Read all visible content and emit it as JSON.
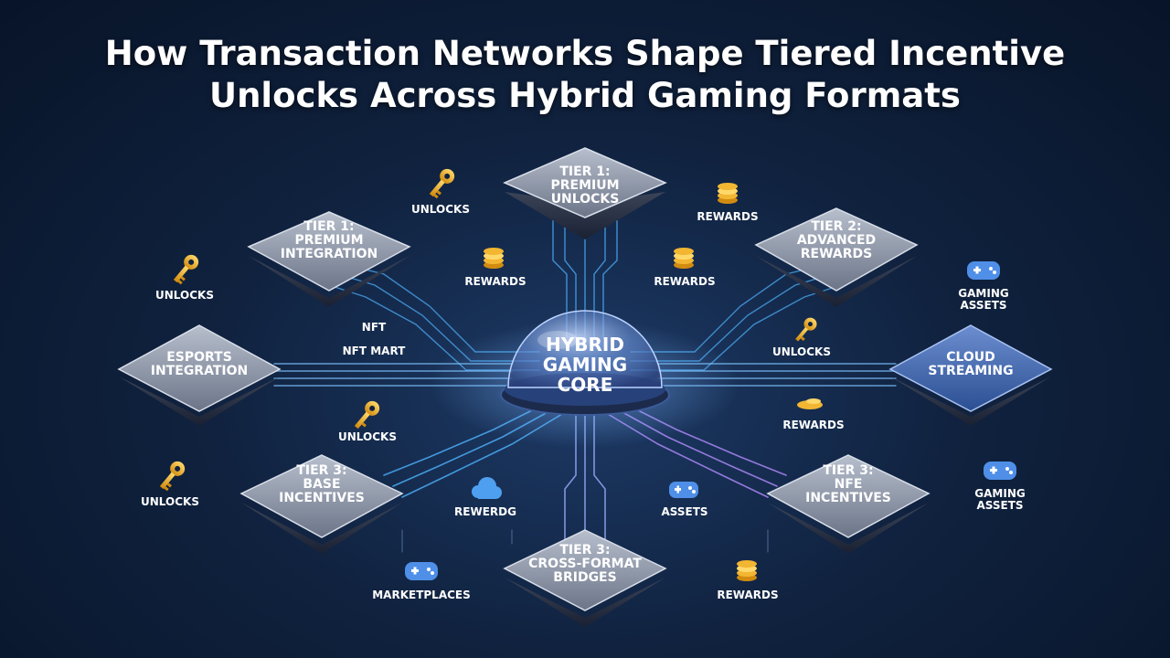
{
  "title": {
    "line1": "How Transaction Networks Shape Tiered Incentive",
    "line2": "Unlocks Across Hybrid Gaming Formats"
  },
  "core": {
    "line1": "HYBRID",
    "line2": "GAMING",
    "line3": "CORE"
  },
  "nodes": {
    "top": {
      "line1": "TIER 1:",
      "line2": "PREMIUM",
      "line3": "UNLOCKS"
    },
    "tier1_integration": {
      "line1": "TIER 1:",
      "line2": "PREMIUM",
      "line3": "INTEGRATION"
    },
    "tier2": {
      "line1": "TIER 2:",
      "line2": "ADVANCED",
      "line3": "REWARDS"
    },
    "esports": {
      "line1": "ESPORTS",
      "line2": "INTEGRATION"
    },
    "cloud": {
      "line1": "CLOUD",
      "line2": "STREAMING"
    },
    "tier3_base": {
      "line1": "TIER 3:",
      "line2": "BASE",
      "line3": "INCENTIVES"
    },
    "tier3_nfe": {
      "line1": "TIER 3:",
      "line2": "NFE",
      "line3": "INCENTIVES"
    },
    "bridges": {
      "line1": "TIER 3:",
      "line2": "CROSS-FORMAT",
      "line3": "BRIDGES"
    }
  },
  "labels": {
    "unlocks_a": "UNLOCKS",
    "rewards_a": "REWARDS",
    "unlocks_b": "UNLOCKS",
    "rewards_b": "REWARDS",
    "rewards_c": "REWARDS",
    "gaming_assets_a_1": "GAMING",
    "gaming_assets_a_2": "ASSETS",
    "nft": "NFT",
    "nft_mart": "NFT MART",
    "unlocks_c": "UNLOCKS",
    "unlocks_d": "UNLOCKS",
    "rewards_d": "REWARDS",
    "unlocks_e": "UNLOCKS",
    "gaming_assets_b_1": "GAMING",
    "gaming_assets_b_2": "ASSETS",
    "rewerdg": "REWERDG",
    "assets": "ASSETS",
    "marketplaces": "MARKETPLACES",
    "rewards_e": "REWARDS"
  },
  "icons": {
    "key": "key-icon",
    "coins": "coins-icon",
    "gamepad": "gamepad-icon",
    "cloud": "cloud-icon"
  },
  "colors": {
    "background": "#0b1a33",
    "node_face": "#8d96a8",
    "circuit_blue": "#4fb3ff",
    "circuit_purple": "#b48cff",
    "key_gold": "#f2b632",
    "gamepad_blue": "#4f8fe8"
  }
}
